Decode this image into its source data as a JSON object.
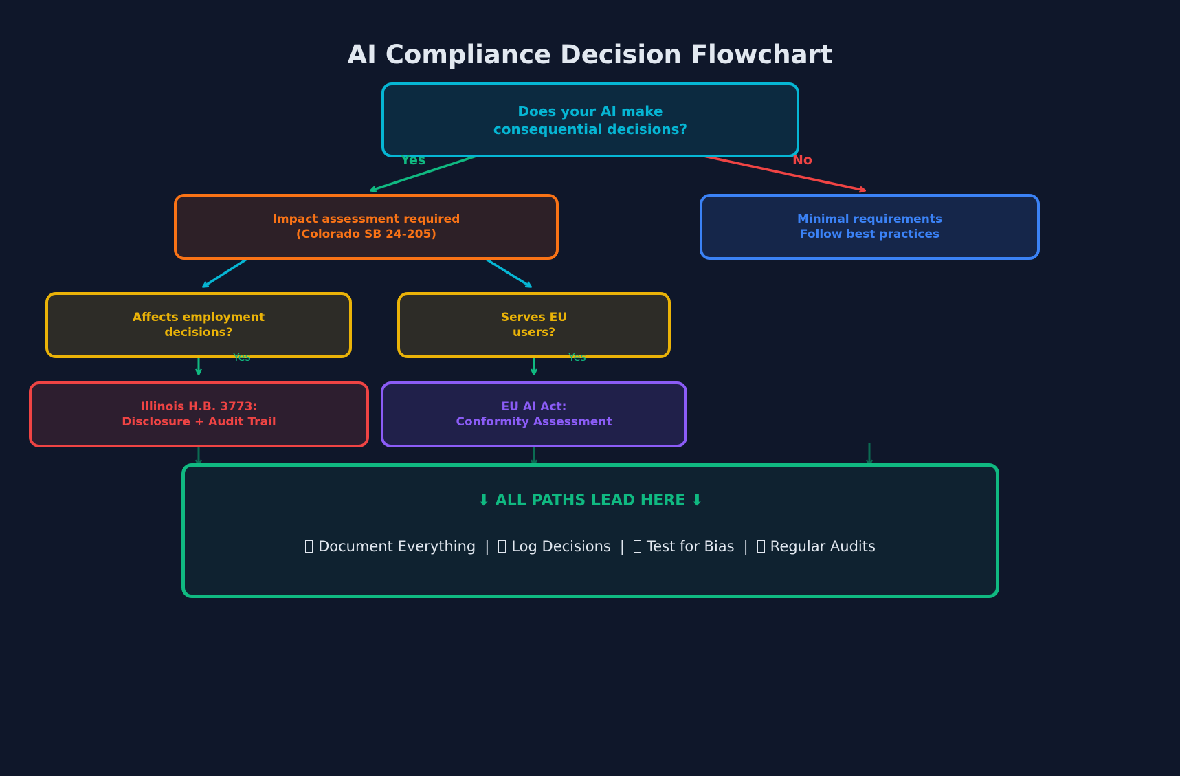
{
  "title": "AI Compliance Decision Flowchart",
  "nodes": {
    "root": {
      "line1": "Does your AI make",
      "line2": "consequential decisions?"
    },
    "impact": {
      "line1": "Impact assessment required",
      "line2": "(Colorado SB 24-205)"
    },
    "minimal": {
      "line1": "Minimal requirements",
      "line2": "Follow best practices"
    },
    "employment": {
      "line1": "Affects employment",
      "line2": "decisions?"
    },
    "eu_users": {
      "line1": "Serves EU",
      "line2": "users?"
    },
    "illinois": {
      "line1": "Illinois H.B. 3773:",
      "line2": "Disclosure + Audit Trail"
    },
    "eu_act": {
      "line1": "EU AI Act:",
      "line2": "Conformity Assessment"
    },
    "final": {
      "heading": "⬇ ALL PATHS LEAD HERE ⬇",
      "items": [
        "Document Everything",
        "Log Decisions",
        "Test for Bias",
        "Regular Audits"
      ],
      "separator": "|"
    }
  },
  "edge_labels": {
    "root_yes": "Yes",
    "root_no": "No",
    "employment_yes": "Yes",
    "eu_yes": "Yes"
  },
  "colors": {
    "background": "#0f172a",
    "title": "#e2e8f0",
    "cyan": "#06b6d4",
    "orange": "#f97316",
    "blue": "#3b82f6",
    "yellow": "#eab308",
    "red": "#ef4444",
    "purple": "#8b5cf6",
    "green": "#10b981"
  }
}
